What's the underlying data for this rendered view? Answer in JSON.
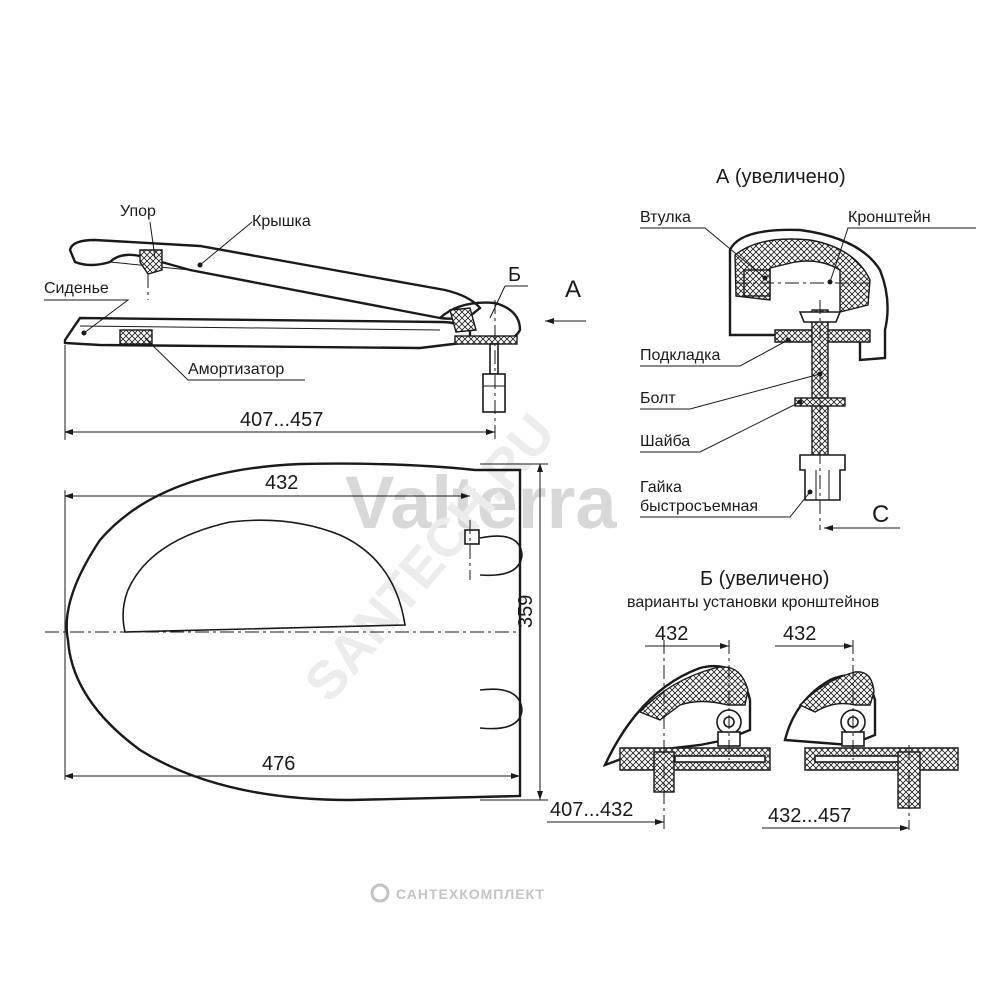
{
  "watermark": {
    "brand": "Valterra",
    "site": "SANTECH.RU",
    "footer": "САНТЕХКОМПЛЕКТ"
  },
  "side_view": {
    "labels": {
      "stop": "Упор",
      "lid": "Крышка",
      "seat": "Сиденье",
      "damper": "Амортизатор"
    },
    "section_b_mark": "Б",
    "view_a_mark": "А",
    "dim_length": "407...457"
  },
  "top_view": {
    "dim_432": "432",
    "dim_476": "476",
    "dim_359": "359"
  },
  "detail_a": {
    "title": "А (увеличено)",
    "labels": {
      "bushing": "Втулка",
      "bracket": "Кронштейн",
      "pad": "Подкладка",
      "bolt": "Болт",
      "washer": "Шайба",
      "nut_line1": "Гайка",
      "nut_line2": "быстросъемная"
    },
    "view_c_mark": "С"
  },
  "detail_b": {
    "title": "Б (увеличено)",
    "subtitle": "варианты установки кронштейнов",
    "left": {
      "dim_top": "432",
      "dim_bottom": "407...432"
    },
    "right": {
      "dim_top": "432",
      "dim_bottom": "432...457"
    }
  },
  "colors": {
    "line": "#1a1a1a",
    "watermark": "#d8d8d8",
    "background": "#ffffff"
  }
}
